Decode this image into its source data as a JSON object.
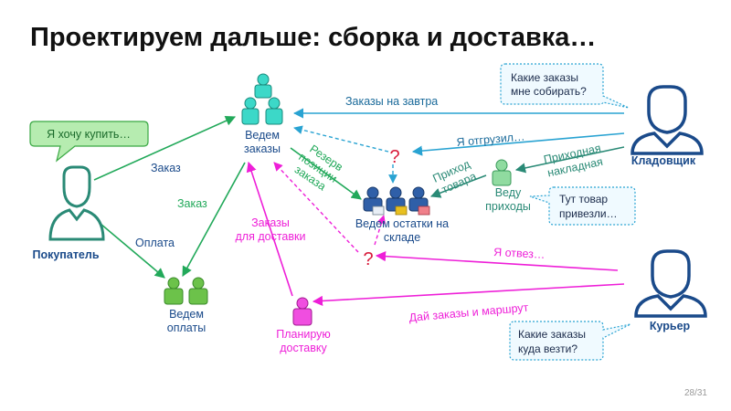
{
  "slide": {
    "title": "Проектируем дальше: сборка и доставка…",
    "page_number": "28/31"
  },
  "colors": {
    "blue": "#29a3d2",
    "green": "#22a95a",
    "magenta": "#ee1fd8",
    "teal": "#2a8a76",
    "navy": "#1a4a8a",
    "red": "#d81b3a",
    "teal_fill": "#3cd8c8",
    "green_fill": "#6cc24a",
    "pink_fill": "#f04ee0",
    "mint_fill": "#90dba0",
    "bubble_fill": "#f0faff",
    "bubble_green": "#b6ecb0"
  },
  "actors": {
    "buyer": {
      "label": "Покупатель",
      "speech": "Я хочу купить…"
    },
    "storekeeper": {
      "label": "Кладовщик",
      "speech": [
        "Какие заказы",
        "мне собирать?"
      ],
      "speech2": [
        "Тут товар",
        "привезли…"
      ]
    },
    "courier": {
      "label": "Курьер",
      "speech": [
        "Какие заказы",
        "куда везти?"
      ]
    }
  },
  "processes": {
    "orders": [
      "Ведем",
      "заказы"
    ],
    "payments": [
      "Ведем",
      "оплаты"
    ],
    "stock": [
      "Ведем остатки на",
      "складе"
    ],
    "receipts": [
      "Веду",
      "приходы"
    ],
    "delivery": [
      "Планирую",
      "доставку"
    ]
  },
  "flows": {
    "order_buyer": "Заказ",
    "order_green": "Заказ",
    "payment": "Оплата",
    "orders_tomorrow": "Заказы на завтра",
    "shipped": "Я отгрузил…",
    "reserve": [
      "Резерв",
      "позиции",
      "заказа"
    ],
    "receipt_doc": [
      "Приходная",
      "накладная"
    ],
    "goods_receipt": [
      "Приход",
      "товара"
    ],
    "orders_delivery": [
      "Заказы",
      "для доставки"
    ],
    "delivered": "Я отвез…",
    "give_orders_route": "Дай заказы и маршрут",
    "question": "?"
  }
}
